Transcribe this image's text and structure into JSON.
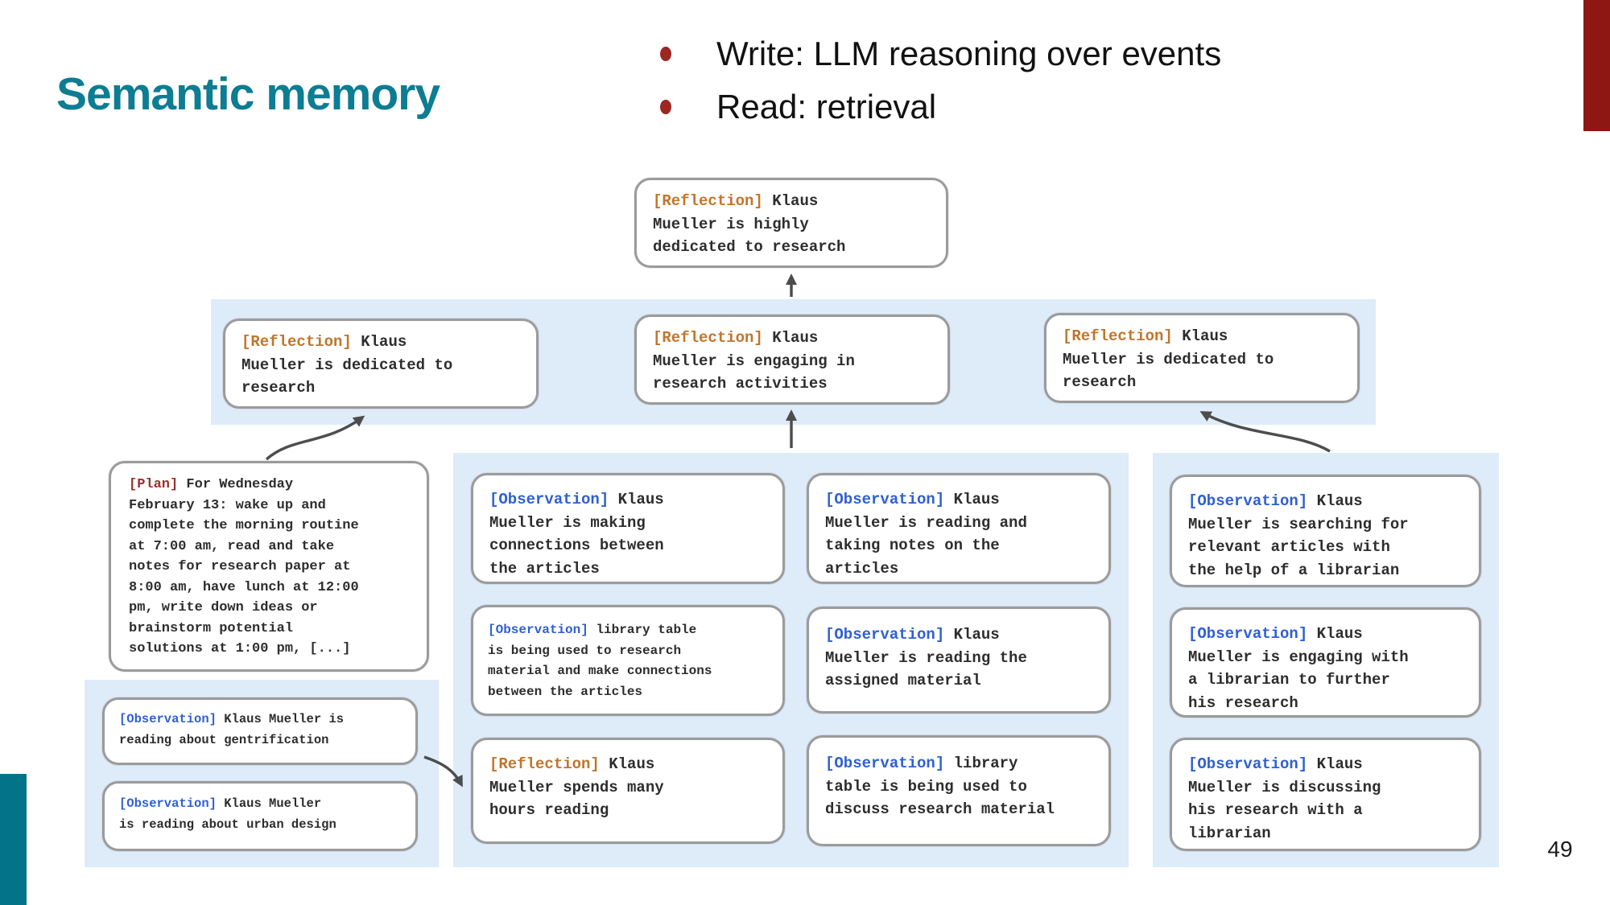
{
  "slide": {
    "title": "Semantic memory",
    "bullets": [
      {
        "label": "Write: LLM reasoning over events"
      },
      {
        "label": "Read: retrieval"
      }
    ],
    "page_number": "49"
  },
  "diagram": {
    "nodes": {
      "root": {
        "tag": "[Reflection]",
        "text": "Klaus\nMueller is highly\ndedicated to research"
      },
      "reflection_left": {
        "tag": "[Reflection]",
        "text": "Klaus\nMueller is dedicated to\nresearch"
      },
      "reflection_mid": {
        "tag": "[Reflection]",
        "text": "Klaus\nMueller is engaging in\nresearch activities"
      },
      "reflection_right": {
        "tag": "[Reflection]",
        "text": "Klaus\nMueller is dedicated to\nresearch"
      },
      "plan": {
        "tag": "[Plan]",
        "text": "For Wednesday\nFebruary 13: wake up and\ncomplete the morning routine\nat 7:00 am, read and take\nnotes for research paper at\n8:00 am, have lunch at 12:00\npm, write down ideas or\nbrainstorm potential\nsolutions at 1:00 pm, [...]"
      },
      "obs_gentrification": {
        "tag": "[Observation]",
        "text": "Klaus Mueller is\nreading about gentrification"
      },
      "obs_urban": {
        "tag": "[Observation]",
        "text": "Klaus Mueller\nis reading about urban design"
      },
      "obs_connections": {
        "tag": "[Observation]",
        "text": "Klaus\nMueller is making\nconnections between\nthe articles"
      },
      "obs_notes": {
        "tag": "[Observation]",
        "text": "Klaus\nMueller is reading and\ntaking notes on the\narticles"
      },
      "obs_table_research": {
        "tag": "[Observation]",
        "text": "library table\nis being used to research\nmaterial and make connections\nbetween the articles"
      },
      "obs_assigned": {
        "tag": "[Observation]",
        "text": "Klaus\nMueller is reading the\nassigned material"
      },
      "reflection_hours": {
        "tag": "[Reflection]",
        "text": "Klaus\nMueller spends many\nhours reading"
      },
      "obs_table_discuss": {
        "tag": "[Observation]",
        "text": "library\ntable is being used to\ndiscuss research material"
      },
      "obs_searching": {
        "tag": "[Observation]",
        "text": "Klaus\nMueller is searching for\nrelevant articles with\nthe help of a librarian"
      },
      "obs_engaging": {
        "tag": "[Observation]",
        "text": "Klaus\nMueller is engaging with\na librarian to further\nhis research"
      },
      "obs_discussing": {
        "tag": "[Observation]",
        "text": "Klaus\nMueller is discussing\nhis research with a\nlibrarian"
      }
    }
  },
  "colors": {
    "title_teal": "#0c7d92",
    "bullet_dot_red": "#9c2723",
    "tag_reflection": "#c0752b",
    "tag_observation": "#2e5fd4",
    "tag_plan": "#9e2f2b",
    "panel_blue": "#deebf8",
    "accent_bar_red": "#8e1613",
    "accent_bar_teal": "#03738a",
    "node_border_gray": "#9b9b9b",
    "arrow_gray": "#4d4d4d"
  }
}
